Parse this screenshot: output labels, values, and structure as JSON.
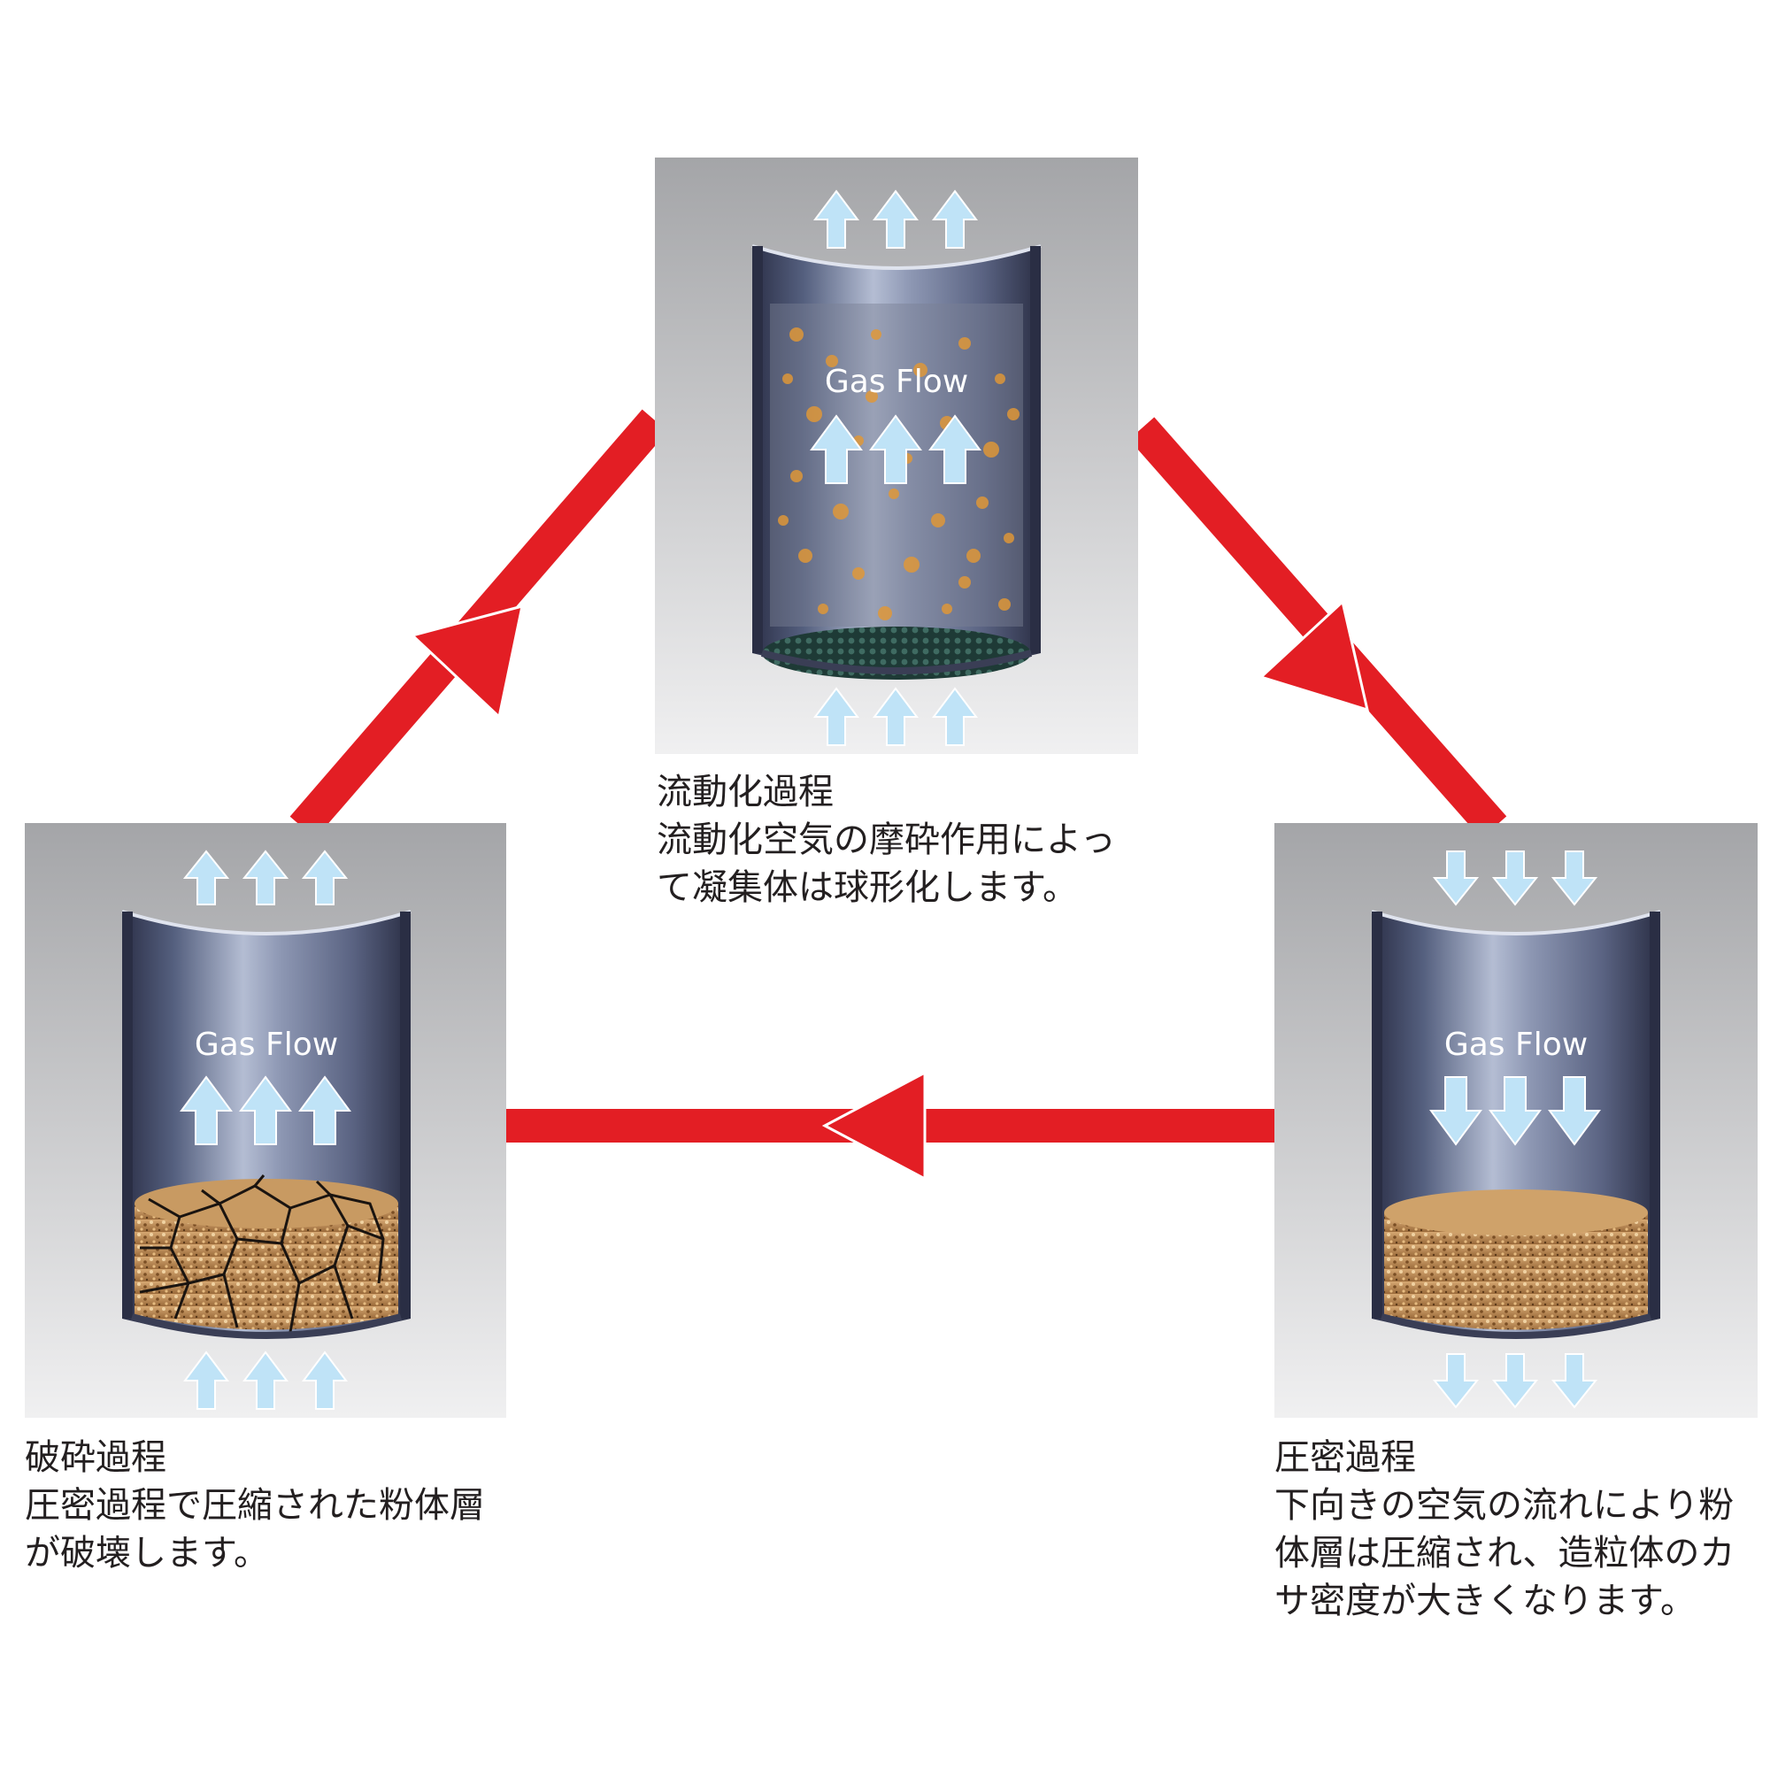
{
  "colors": {
    "cycle_arrow": "#e31e24",
    "flow_arrow": "#bfe3f7",
    "powder": "#c8975a",
    "cylinder": "#6b7390"
  },
  "panels": {
    "fluidization": {
      "gas_label": "Gas Flow",
      "flow_direction": "up",
      "title": "流動化過程",
      "lines": [
        "流動化空気の摩砕作用によっ",
        "て凝集体は球形化します。"
      ]
    },
    "crushing": {
      "gas_label": "Gas Flow",
      "flow_direction": "up",
      "title": "破砕過程",
      "lines": [
        "圧密過程で圧縮された粉体層",
        "が破壊します。"
      ]
    },
    "compaction": {
      "gas_label": "Gas Flow",
      "flow_direction": "down",
      "title": "圧密過程",
      "lines": [
        "下向きの空気の流れにより粉",
        "体層は圧縮され、造粒体のカ",
        "サ密度が大きくなります。"
      ]
    }
  }
}
